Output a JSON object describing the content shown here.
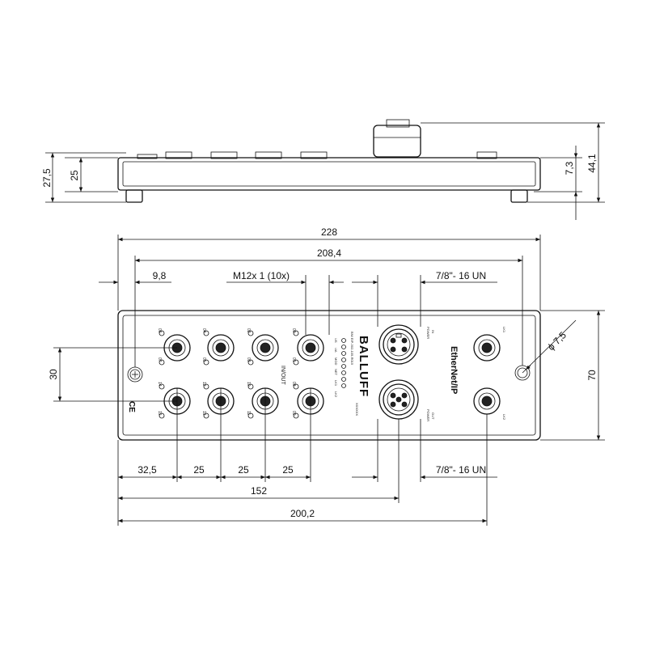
{
  "side_view": {
    "dims": {
      "height_total_left": "27,5",
      "height_body": "25",
      "height_connector": "7,3",
      "height_total_right": "44,1"
    }
  },
  "top_view": {
    "dims": {
      "overall_width": "228",
      "hole_spacing": "208,4",
      "hole_offset": "9,8",
      "m12_label": "M12x 1  (10x)",
      "power_label_top": "7/8\"- 16 UN",
      "power_label_bottom": "7/8\"- 16 UN",
      "hole_diameter": "ϕ 7,5",
      "row_pitch": "30",
      "overall_height": "70",
      "first_port": "32,5",
      "port_pitch_1": "25",
      "port_pitch_2": "25",
      "port_pitch_3": "25",
      "power_position": "152",
      "io_position": "200,2"
    },
    "labels": {
      "brand": "BALLUFF",
      "network": "EtherNet/IP",
      "inout": "IN/OUT",
      "ce_mark": "CE",
      "power_top": "POWER",
      "power_top_sub": "IN",
      "power_bottom": "POWER",
      "power_bottom_sub": "OUT",
      "network_port_1": "LK1",
      "network_port_2": "LK2",
      "port_ids_top": [
        "06",
        "04",
        "02",
        "00"
      ],
      "port_ids_top_b": [
        "07",
        "05",
        "03",
        "01"
      ],
      "port_ids_bottom": [
        "14",
        "12",
        "10",
        "08"
      ],
      "port_ids_bottom_b": [
        "15",
        "13",
        "11",
        "09"
      ],
      "status_leds": [
        "US",
        "UA",
        "MOD",
        "NET",
        "LK1",
        "LK2"
      ],
      "model_text": "BNI EIP-302-105-R015",
      "addr_text": "XXXXXX"
    }
  }
}
